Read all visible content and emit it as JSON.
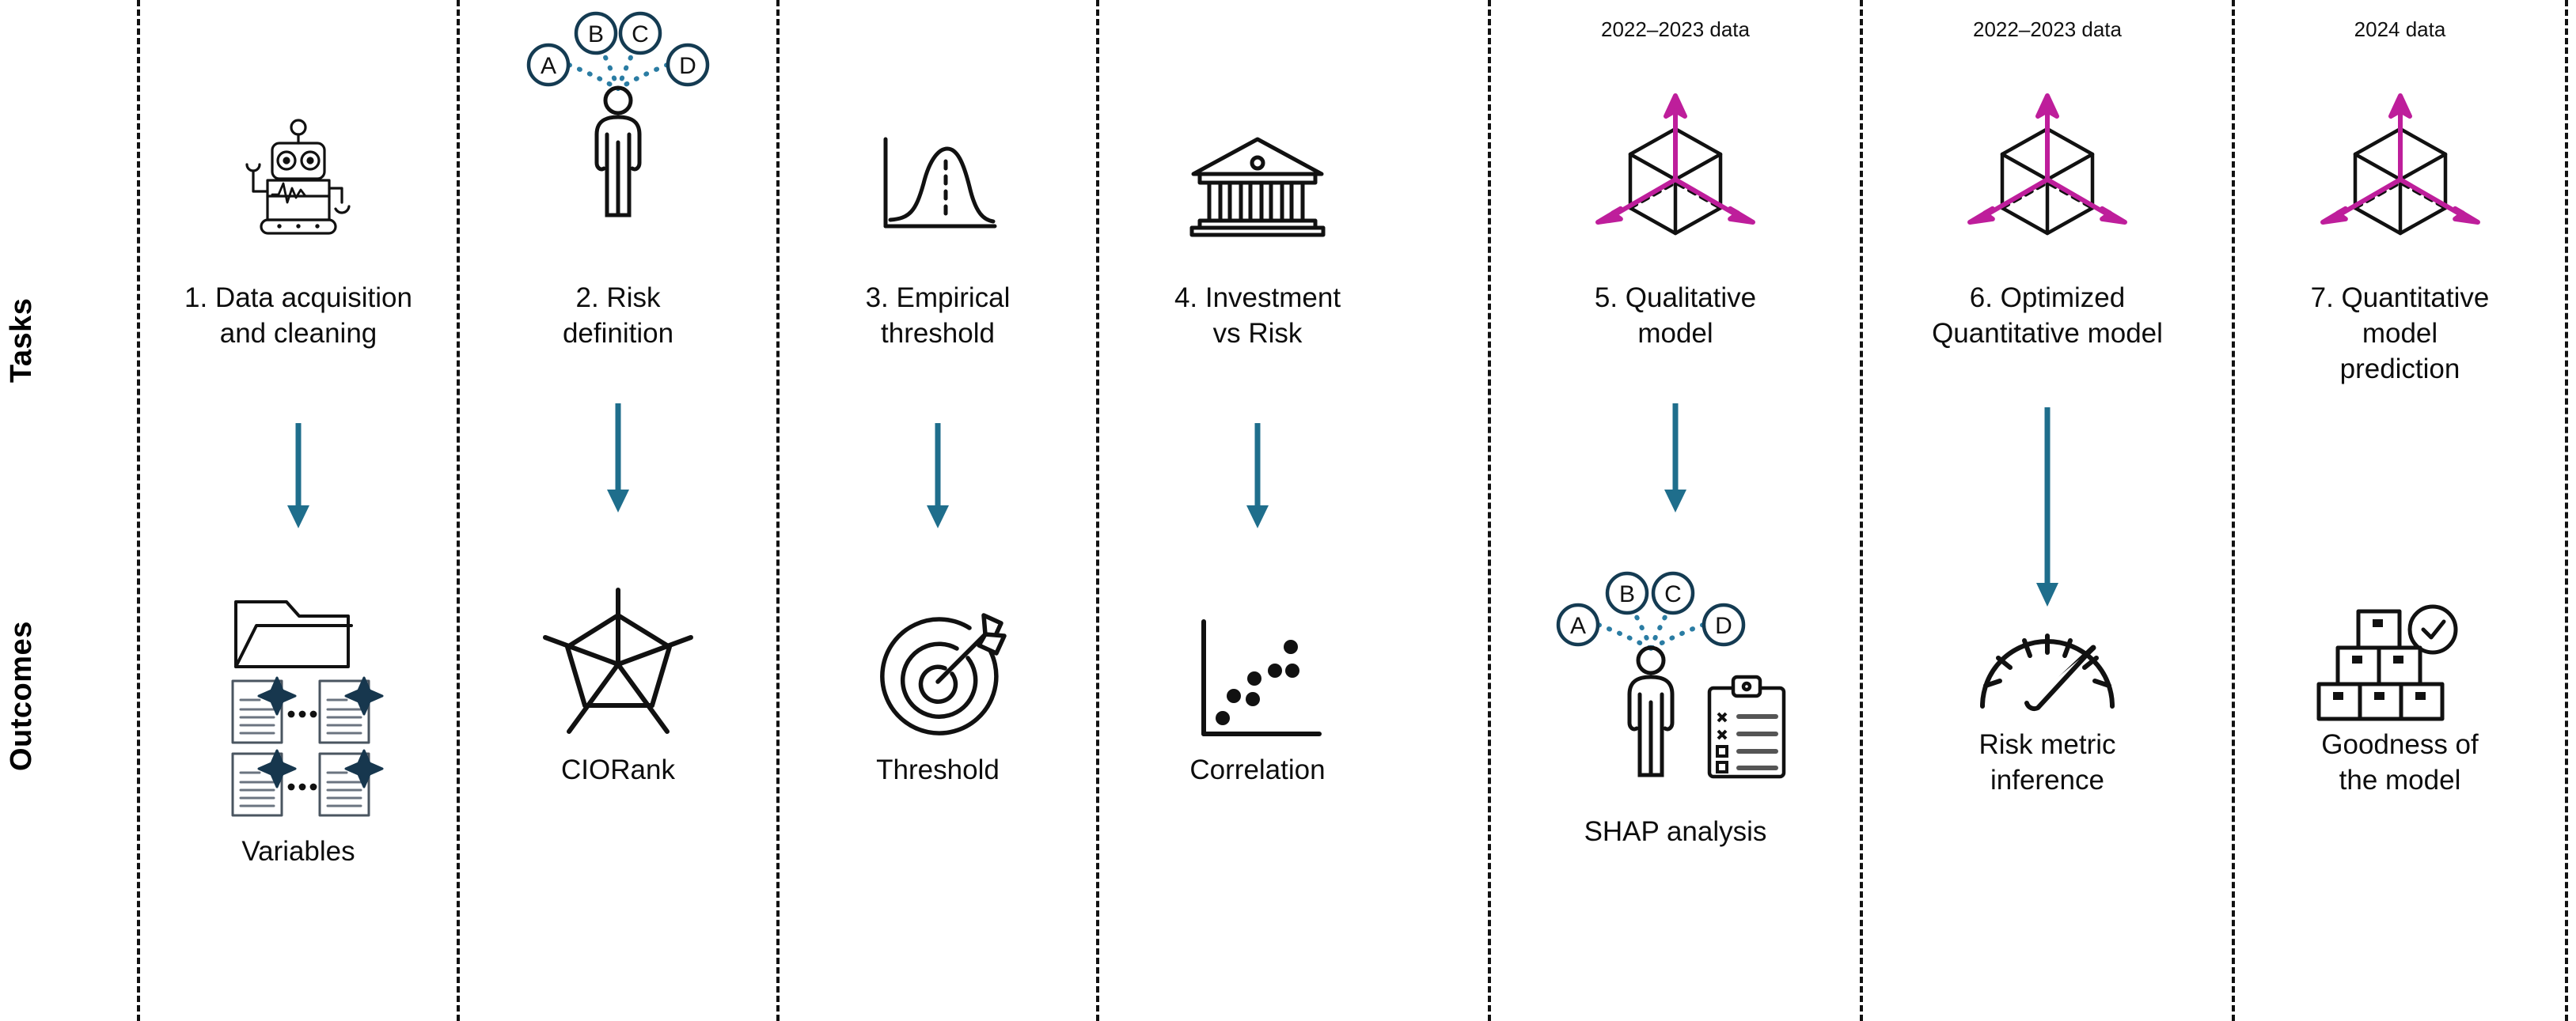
{
  "figure": {
    "type": "workflow-diagram",
    "row_labels": {
      "tasks": "Tasks",
      "outcomes": "Outcomes"
    },
    "colors": {
      "arrow_teal": "#1F6E8C",
      "axis_magenta": "#BE1E9B",
      "icon_black": "#111111",
      "dotted_teal": "#2A7CA3",
      "divider_black": "#111111",
      "sparkle_navy": "#17374E"
    },
    "columns": [
      {
        "index": 1,
        "period": "",
        "task_icon": "robot-icon",
        "task_label": "1. Data acquisition\nand cleaning",
        "task_label_lines": [
          "1. Data acquisition",
          "and cleaning"
        ],
        "connector": "down-arrow-teal",
        "outcome_icon": "folder-with-documents-icon",
        "outcome_label": "Variables",
        "outcome_label_lines": [
          "Variables"
        ]
      },
      {
        "index": 2,
        "period": "",
        "task_icon": "person-with-options-abcd-icon",
        "task_label": "2. Risk\ndefinition",
        "task_label_lines": [
          "2. Risk",
          "definition"
        ],
        "connector": "down-arrow-teal",
        "outcome_icon": "radar-pentagon-chart-icon",
        "outcome_label": "CIORank",
        "outcome_label_lines": [
          "CIORank"
        ]
      },
      {
        "index": 3,
        "period": "",
        "task_icon": "gaussian-distribution-icon",
        "task_label": "3. Empirical\nthreshold",
        "task_label_lines": [
          "3. Empirical",
          "threshold"
        ],
        "connector": "down-arrow-teal",
        "outcome_icon": "target-with-arrow-icon",
        "outcome_label": "Threshold",
        "outcome_label_lines": [
          "Threshold"
        ]
      },
      {
        "index": 4,
        "period": "",
        "task_icon": "bank-building-icon",
        "task_label": "4. Investment\nvs Risk",
        "task_label_lines": [
          "4. Investment",
          "vs Risk"
        ],
        "connector": "down-arrow-teal",
        "outcome_icon": "scatter-plot-icon",
        "outcome_label": "Correlation",
        "outcome_label_lines": [
          "Correlation"
        ]
      },
      {
        "index": 5,
        "period": "2022–2023 data",
        "task_icon": "cube-3d-axes-icon",
        "task_label": "5. Qualitative\nmodel",
        "task_label_lines": [
          "5. Qualitative",
          "model"
        ],
        "connector": "down-arrow-teal",
        "outcome_icon": "person-abcd-with-clipboard-icon",
        "outcome_label": "SHAP analysis",
        "outcome_label_lines": [
          "SHAP analysis"
        ]
      },
      {
        "index": 6,
        "period": "2022–2023 data",
        "task_icon": "cube-3d-axes-icon",
        "task_label": "6. Optimized\nQuantitative model",
        "task_label_lines": [
          "6. Optimized",
          "Quantitative model"
        ],
        "connector": "down-arrow-teal",
        "outcome_icon": "gauge-speedometer-icon",
        "outcome_label": "Risk metric\ninference",
        "outcome_label_lines": [
          "Risk metric",
          "inference"
        ]
      },
      {
        "index": 7,
        "period": "2024 data",
        "task_icon": "cube-3d-axes-icon",
        "task_label": "7. Quantitative\nmodel\nprediction",
        "task_label_lines": [
          "7. Quantitative",
          "model",
          "prediction"
        ],
        "connector": "none",
        "outcome_icon": "boxes-stack-with-check-icon",
        "outcome_label": "Goodness of\nthe model",
        "outcome_label_lines": [
          "Goodness of",
          "the model"
        ]
      }
    ],
    "option_labels": [
      "A",
      "B",
      "C",
      "D"
    ]
  }
}
